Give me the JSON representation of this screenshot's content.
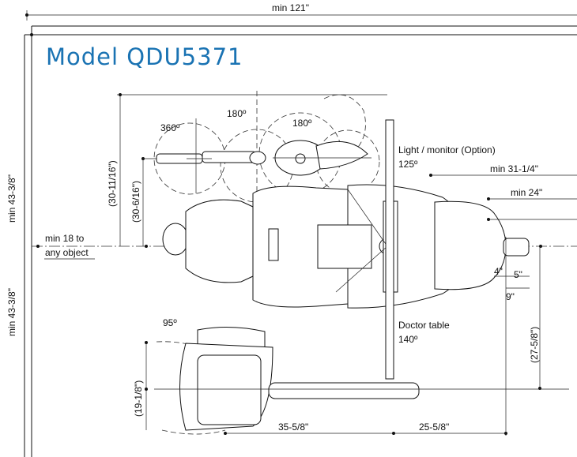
{
  "title": "Model QDU5371",
  "room": {
    "width_label": "min 121\"",
    "upper_depth_label": "min 43-3/8\"",
    "lower_depth_label": "min 43-3/8\"",
    "object_clearance_line1": "min 18 to",
    "object_clearance_line2": "any object"
  },
  "rotations": {
    "assistant_arm": "360º",
    "instrument_arm": "180º",
    "light_arm": "180º",
    "doctor_unit": "95º"
  },
  "components": {
    "light_monitor_label": "Light / monitor (Option)",
    "light_monitor_angle": "125º",
    "doctor_table_label": "Doctor table",
    "doctor_table_angle": "140º"
  },
  "dimensions": {
    "min_right_1": "min 31-1/4\"",
    "min_right_2": "min 24\"",
    "vertical_1": "(30-11/16\")",
    "vertical_2": "(30-6/16\")",
    "vertical_3": "(19-1/8\")",
    "vertical_4": "(27-5/8\")",
    "bottom_left": "35-5/8\"",
    "bottom_right": "25-5/8\"",
    "small_1": "4\"",
    "small_2": "5\"",
    "small_3": "9\""
  }
}
